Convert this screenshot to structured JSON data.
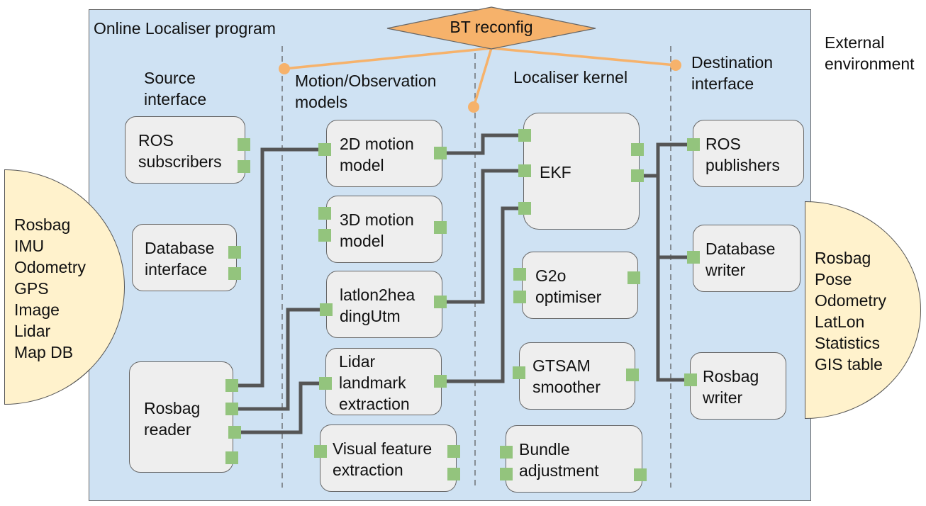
{
  "program_label": "Online Localiser program",
  "external_label": "External\nenvironment",
  "bt_reconfig": "BT reconfig",
  "columns": {
    "source": "Source\ninterface",
    "models": "Motion/Observation\nmodels",
    "kernel": "Localiser kernel",
    "destination": "Destination\ninterface"
  },
  "input_env": "Rosbag\nIMU\nOdometry\nGPS\nImage\nLidar\nMap DB",
  "output_env": "Rosbag\nPose\nOdometry\nLatLon\nStatistics\nGIS table",
  "source_modules": {
    "ros_subscribers": "ROS\nsubscribers",
    "database_interface": "Database\ninterface",
    "rosbag_reader": "Rosbag\nreader"
  },
  "model_modules": {
    "motion_2d": "2D motion\nmodel",
    "motion_3d": "3D motion\nmodel",
    "latlon": "latlon2hea\ndingUtm",
    "lidar": "Lidar\nlandmark\nextraction",
    "visual": "Visual feature\nextraction"
  },
  "kernel_modules": {
    "ekf": "EKF",
    "g2o": "G2o\noptimiser",
    "gtsam": "GTSAM\nsmoother",
    "bundle": "Bundle\nadjustment"
  },
  "dest_modules": {
    "ros_publishers": "ROS\npublishers",
    "database_writer": "Database\nwriter",
    "rosbag_writer": "Rosbag\nwriter"
  },
  "colors": {
    "program_bg": "#cfe2f3",
    "module_bg": "#eeeeee",
    "port": "#93c47d",
    "env_bg": "#fff2cc",
    "bt": "#f6b26b",
    "wire": "#555555"
  }
}
